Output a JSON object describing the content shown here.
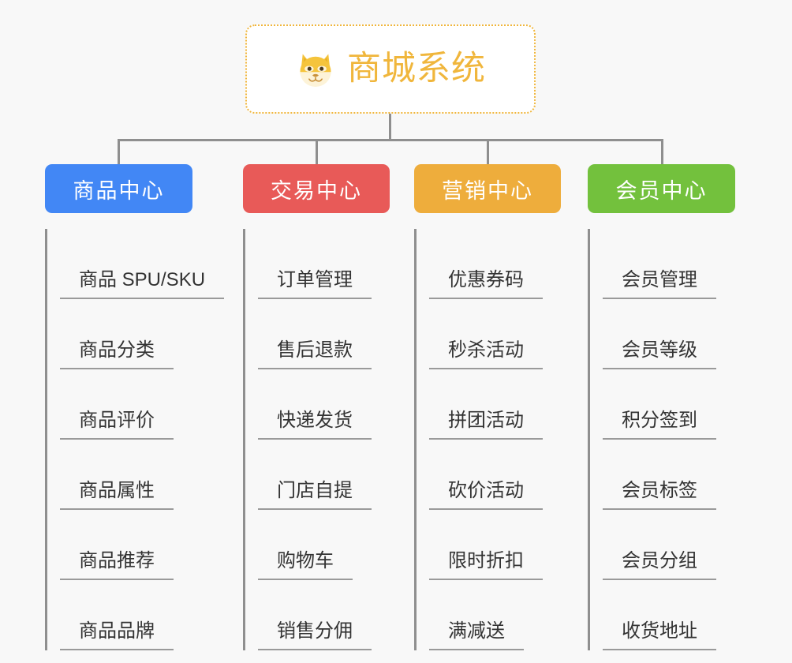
{
  "page": {
    "background_color": "#f8f8f8",
    "line_color": "#8f8f8f",
    "leaf_text_color": "#333333",
    "leaf_underline_color": "#9a9a9a"
  },
  "root": {
    "title": "商城系统",
    "icon": "dog-face-icon",
    "accent_color": "#f0b63c",
    "background_color": "#ffffff",
    "border_style": "dotted"
  },
  "branches": [
    {
      "label": "商品中心",
      "color": "#4287f5",
      "items": [
        {
          "label": "商品 SPU/SKU"
        },
        {
          "label": "商品分类"
        },
        {
          "label": "商品评价"
        },
        {
          "label": "商品属性"
        },
        {
          "label": "商品推荐"
        },
        {
          "label": "商品品牌"
        }
      ]
    },
    {
      "label": "交易中心",
      "color": "#e85a58",
      "items": [
        {
          "label": "订单管理"
        },
        {
          "label": "售后退款"
        },
        {
          "label": "快递发货"
        },
        {
          "label": "门店自提"
        },
        {
          "label": "购物车"
        },
        {
          "label": "销售分佣"
        }
      ]
    },
    {
      "label": "营销中心",
      "color": "#eead3c",
      "items": [
        {
          "label": "优惠券码"
        },
        {
          "label": "秒杀活动"
        },
        {
          "label": "拼团活动"
        },
        {
          "label": "砍价活动"
        },
        {
          "label": "限时折扣"
        },
        {
          "label": "满减送"
        }
      ]
    },
    {
      "label": "会员中心",
      "color": "#73c13d",
      "items": [
        {
          "label": "会员管理"
        },
        {
          "label": "会员等级"
        },
        {
          "label": "积分签到"
        },
        {
          "label": "会员标签"
        },
        {
          "label": "会员分组"
        },
        {
          "label": "收货地址"
        }
      ]
    }
  ]
}
